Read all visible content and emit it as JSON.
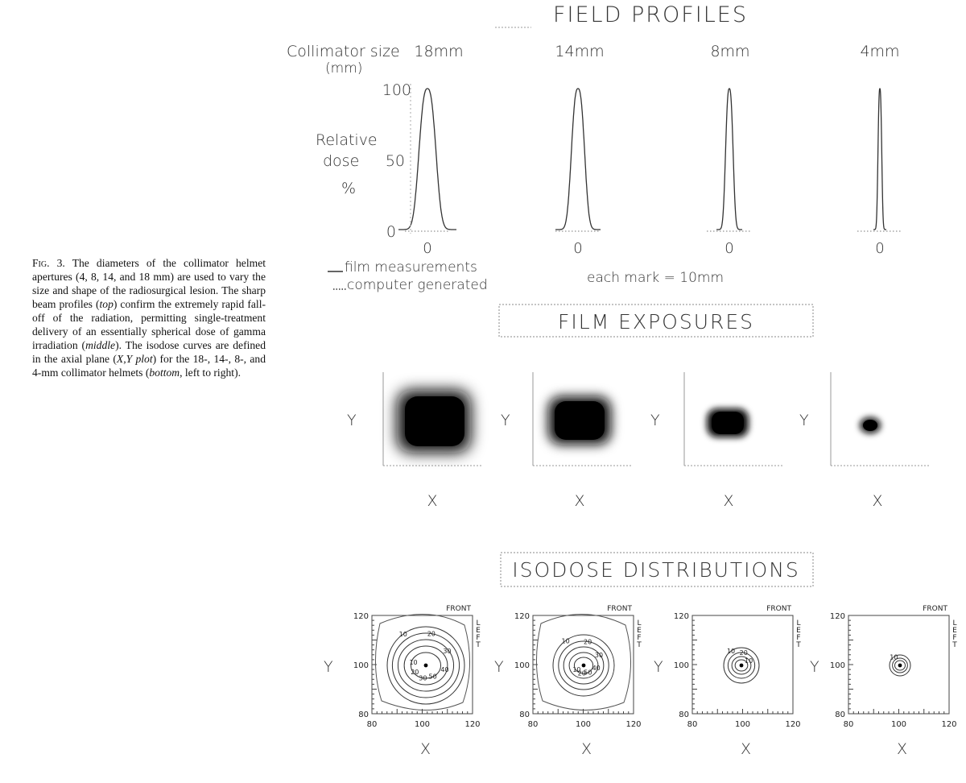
{
  "caption": {
    "fig_label": "Fig. 3.",
    "text_1": " The diameters of the collimator helmet apertures (4, 8, 14, and 18 mm) are used to vary the size and shape of the radiosurgical lesion. The sharp beam profiles (",
    "em_1": "top",
    "text_2": ") confirm the extremely rapid fall-off of the radiation, permitting single-treatment delivery of an essentially spherical dose of gamma irradiation (",
    "em_2": "middle",
    "text_3": "). The isodose curves are defined in the axial plane (",
    "em_3": "X,Y plot",
    "text_4": ") for the 18-, 14-, 8-, and 4-mm collimator helmets (",
    "em_4": "bottom",
    "text_5": ", left to right)."
  },
  "field_profiles": {
    "title": "FIELD PROFILES",
    "collimator_label": "Collimator size",
    "collimator_unit": "(mm)",
    "y_label_1": "Relative",
    "y_label_2": "dose",
    "y_label_3": "%",
    "legend_solid": "film measurements",
    "legend_dotted": "computer generated",
    "note": "each mark = 10 mm",
    "note_display": "each mark = 10mm"
  },
  "chart_data": {
    "type": "line",
    "ylabel": "Relative dose %",
    "yticks": [
      0,
      50,
      100
    ],
    "ylim": [
      0,
      100
    ],
    "x_center_label": "0",
    "series": [
      {
        "name": "18mm",
        "fwhm_mm": 18,
        "peak": 100
      },
      {
        "name": "14mm",
        "fwhm_mm": 14,
        "peak": 100
      },
      {
        "name": "8mm",
        "fwhm_mm": 8,
        "peak": 100
      },
      {
        "name": "4mm",
        "fwhm_mm": 4,
        "peak": 100
      }
    ]
  },
  "film_exposures": {
    "title": "FILM EXPOSURES",
    "y_label": "Y",
    "x_label": "X",
    "panels": [
      {
        "collimator_mm": 18
      },
      {
        "collimator_mm": 14
      },
      {
        "collimator_mm": 8
      },
      {
        "collimator_mm": 4
      }
    ]
  },
  "isodose": {
    "title": "ISODOSE DISTRIBUTIONS",
    "front_label": "FRONT",
    "left_label": "LEFT",
    "y_label": "Y",
    "x_label": "X",
    "axis_ticks": [
      "80",
      "100",
      "120"
    ],
    "panels": [
      {
        "collimator_mm": 18,
        "contour_labels": [
          "10",
          "20",
          "30",
          "40",
          "50",
          "30",
          "20",
          "10"
        ]
      },
      {
        "collimator_mm": 14,
        "contour_labels": [
          "10",
          "20",
          "30",
          "40",
          "50",
          "20",
          "10"
        ]
      },
      {
        "collimator_mm": 8,
        "contour_labels": [
          "10",
          "20",
          "10"
        ]
      },
      {
        "collimator_mm": 4,
        "contour_labels": [
          "10"
        ]
      }
    ]
  }
}
